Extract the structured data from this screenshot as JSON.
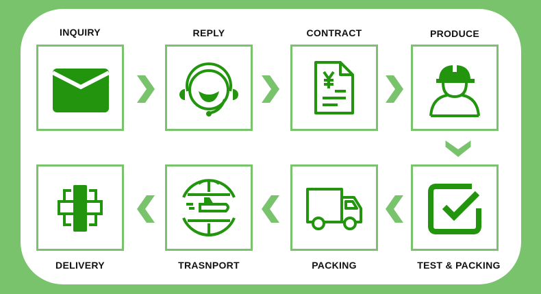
{
  "title": "Order process",
  "steps": [
    {
      "label": "INQUIRY",
      "icon": "envelope-icon"
    },
    {
      "label": "REPLY",
      "icon": "headset-icon"
    },
    {
      "label": "CONTRACT",
      "icon": "contract-document-icon"
    },
    {
      "label": "PRODUCE",
      "icon": "worker-icon"
    },
    {
      "label": "TEST & PACKING",
      "icon": "checkbox-icon"
    },
    {
      "label": "PACKING",
      "icon": "truck-icon"
    },
    {
      "label": "TRASNPORT",
      "icon": "globe-plane-icon"
    },
    {
      "label": "DELIVERY",
      "icon": "package-icon"
    }
  ],
  "colors": {
    "accent": "#78c36c",
    "icon": "#22940e",
    "background": "#ffffff"
  }
}
